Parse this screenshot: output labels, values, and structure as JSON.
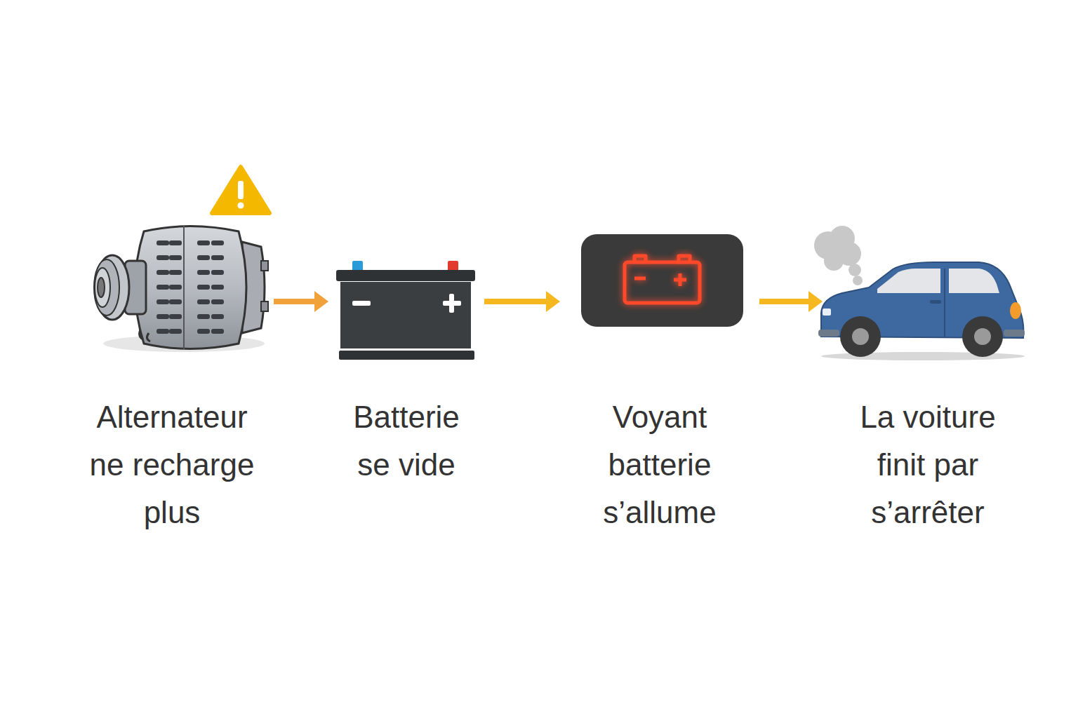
{
  "diagram": {
    "nodes": [
      {
        "text": [
          "Alternateur ne recharge plus"
        ]
      },
      {
        "text": [
          "Batterie se vide"
        ]
      },
      {
        "text": [
          "Voyant batterie s’allume"
        ]
      },
      {
        "text": [
          "La voiture finit par s’arrêter"
        ]
      }
    ],
    "edges": [
      {
        "from": 0,
        "to": 1,
        "arrow": "to"
      },
      {
        "from": 1,
        "to": 2,
        "arrow": "to"
      },
      {
        "from": 2,
        "to": 3,
        "arrow": "to"
      }
    ]
  }
}
